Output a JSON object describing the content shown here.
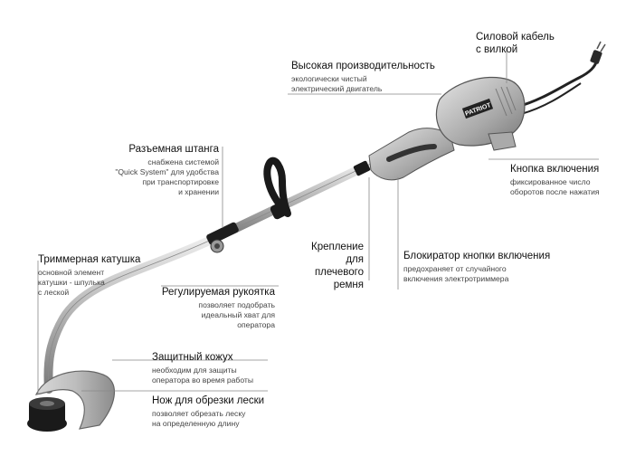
{
  "callouts": {
    "power_cable": {
      "title_lines": [
        "Силовой кабель",
        "с вилкой"
      ]
    },
    "performance": {
      "title": "Высокая производительность",
      "desc_lines": [
        "экологически чистый",
        "электрический двигатель"
      ]
    },
    "split_shaft": {
      "title": "Разъемная штанга",
      "desc_lines": [
        "снабжена системой",
        "\"Quick System\" для удобства",
        "при транспортировке",
        "и хранении"
      ]
    },
    "power_button": {
      "title": "Кнопка включения",
      "desc_lines": [
        "фиксированное число",
        "оборотов после нажатия"
      ]
    },
    "trimmer_spool": {
      "title": "Триммерная катушка",
      "desc_lines": [
        "основной элемент",
        "катушки - шпулька",
        "с леской"
      ]
    },
    "shoulder_mount": {
      "title_lines": [
        "Крепление",
        "для",
        "плечевого",
        "ремня"
      ]
    },
    "button_lock": {
      "title": "Блокиратор кнопки включения",
      "desc_lines": [
        "предохраняет от случайного",
        "включения электротриммера"
      ]
    },
    "adjustable_handle": {
      "title": "Регулируемая рукоятка",
      "desc_lines": [
        "позволяет подобрать",
        "идеальный хват для",
        "оператора"
      ]
    },
    "guard": {
      "title": "Защитный кожух",
      "desc_lines": [
        "необходим для защиты",
        "оператора во время работы"
      ]
    },
    "line_knife": {
      "title": "Нож для обрезки лески",
      "desc_lines": [
        "позволяет обрезать леску",
        "на определенную длину"
      ]
    }
  },
  "brand_logo": "PATRIOT",
  "colors": {
    "line": "#888888",
    "shaft": "#b9b9b9",
    "motor": "#c4c4c4",
    "dark": "#1a1a1a"
  }
}
